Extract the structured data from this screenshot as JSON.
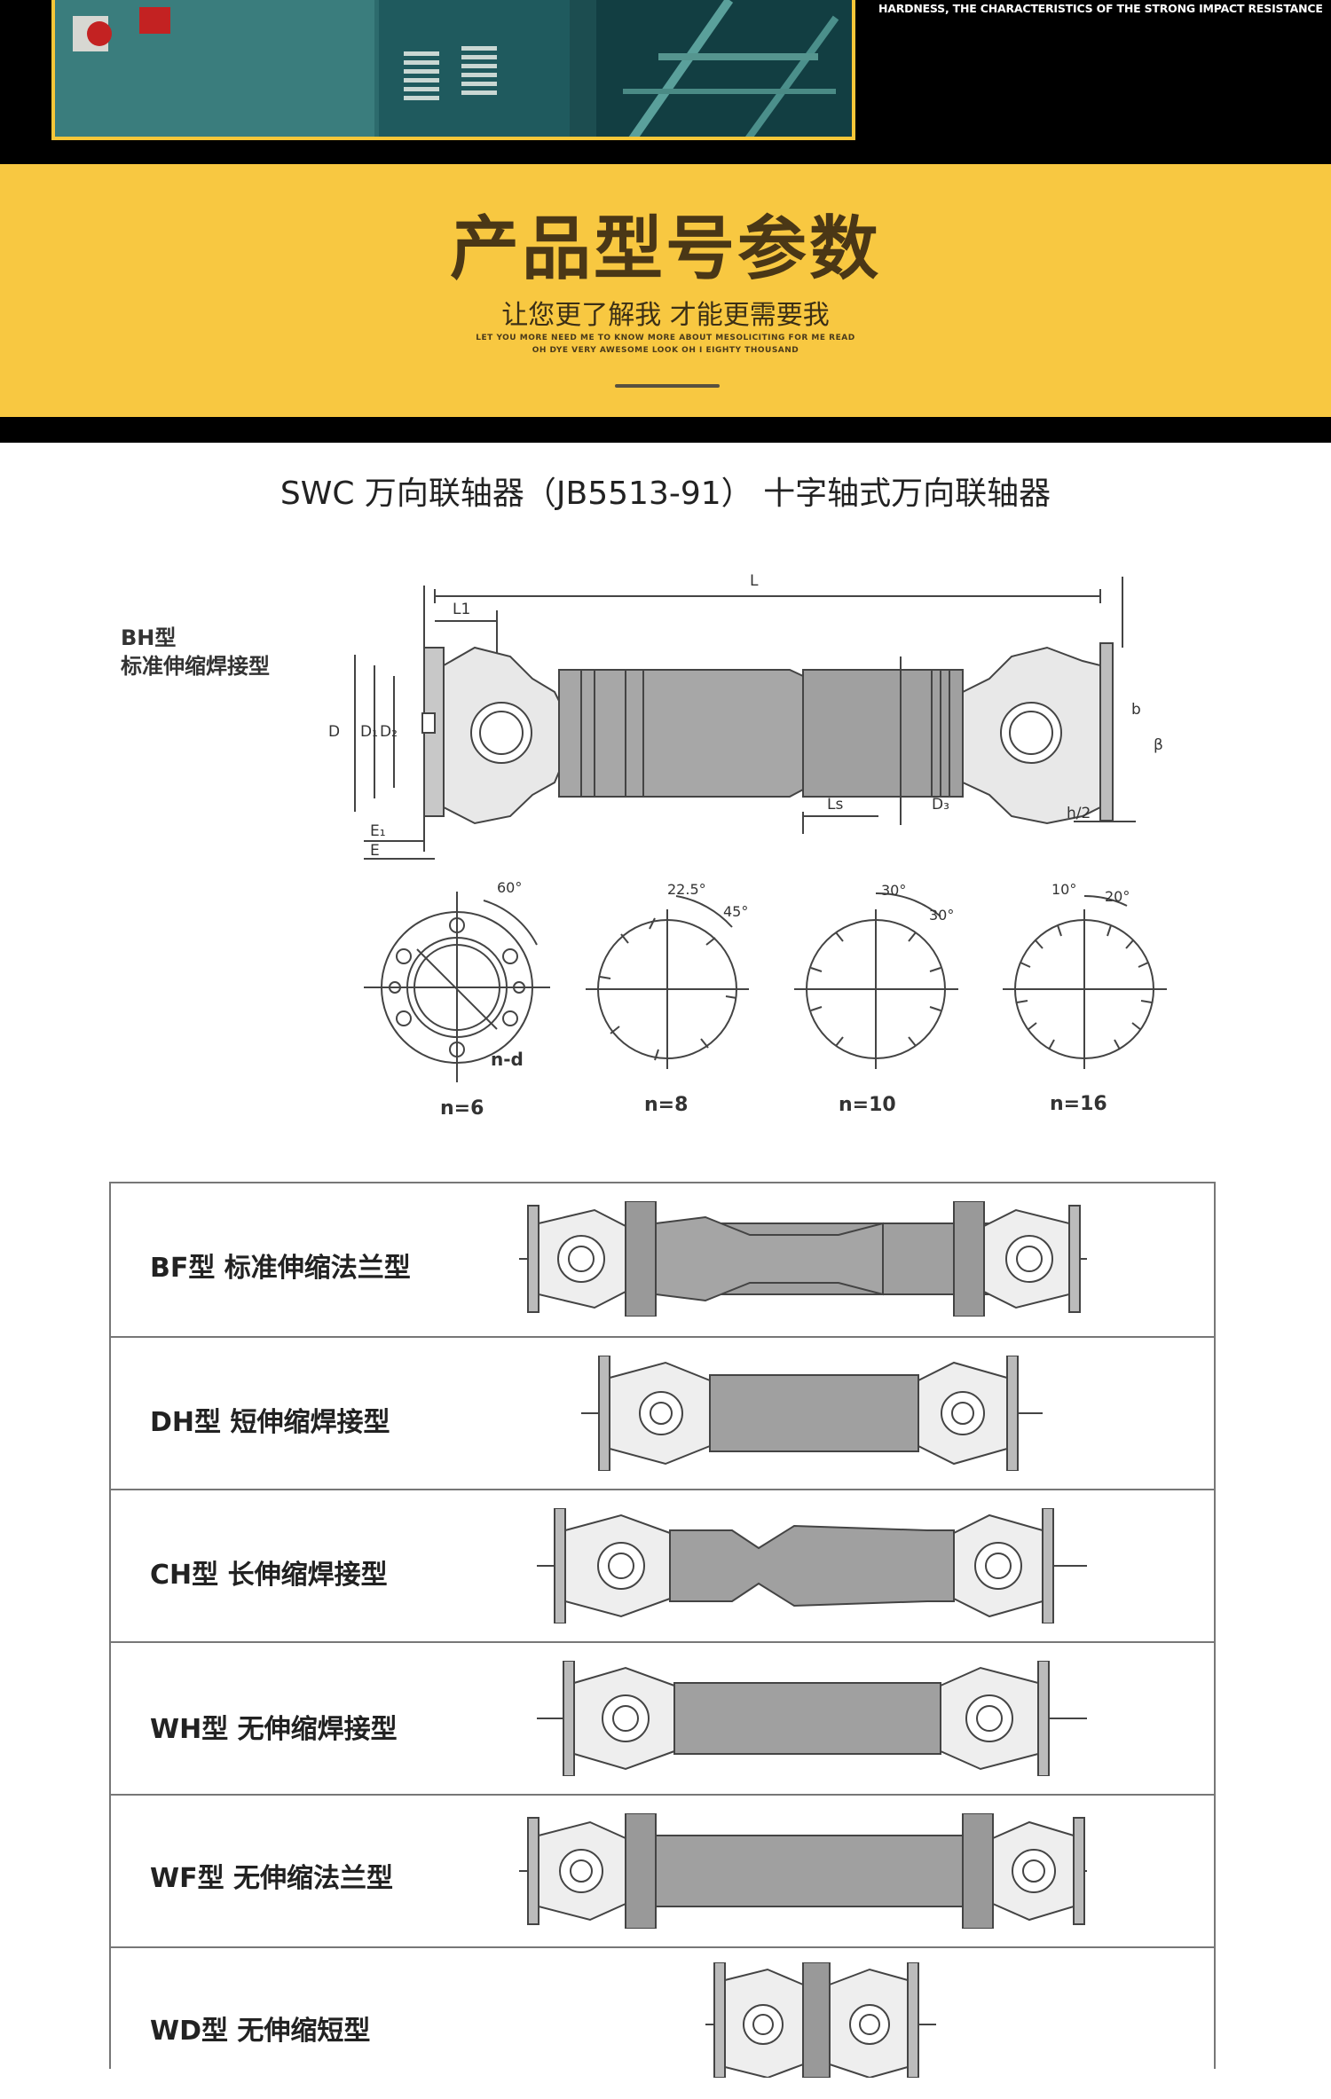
{
  "banner": {
    "caption": "HARDNESS, THE CHARACTERISTICS OF THE STRONG IMPACT RESISTANCE",
    "accent_color": "#f8c841"
  },
  "section": {
    "title": "产品型号参数",
    "subtitle": "让您更了解我 才能更需要我",
    "en_line1": "LET YOU MORE NEED ME TO KNOW MORE ABOUT MESOLICITING FOR ME READ",
    "en_line2": "OH DYE VERY AWESOME LOOK OH I EIGHTY THOUSAND"
  },
  "spec": {
    "title": "SWC 万向联轴器（JB5513-91） 十字轴式万向联轴器"
  },
  "bh": {
    "type_code": "BH型",
    "type_name": "标准伸缩焊接型",
    "dims": {
      "L": "L",
      "L1": "L1",
      "D": "D",
      "D1": "D₁",
      "D2": "D₂",
      "E1": "E₁",
      "E": "E",
      "Ls": "Ls",
      "D3": "D₃",
      "h2": "h/2",
      "b": "b",
      "beta": "β"
    }
  },
  "flanges": [
    {
      "n": "n=6",
      "angles": [
        "60°"
      ],
      "note": "n-d"
    },
    {
      "n": "n=8",
      "angles": [
        "22.5°",
        "45°"
      ]
    },
    {
      "n": "n=10",
      "angles": [
        "30°",
        "30°"
      ]
    },
    {
      "n": "n=16",
      "angles": [
        "10°",
        "20°"
      ]
    }
  ],
  "types": [
    {
      "label": "BF型 标准伸缩法兰型"
    },
    {
      "label": "DH型 短伸缩焊接型"
    },
    {
      "label": "CH型 长伸缩焊接型"
    },
    {
      "label": "WH型 无伸缩焊接型"
    },
    {
      "label": "WF型 无伸缩法兰型"
    },
    {
      "label": "WD型 无伸缩短型"
    }
  ]
}
